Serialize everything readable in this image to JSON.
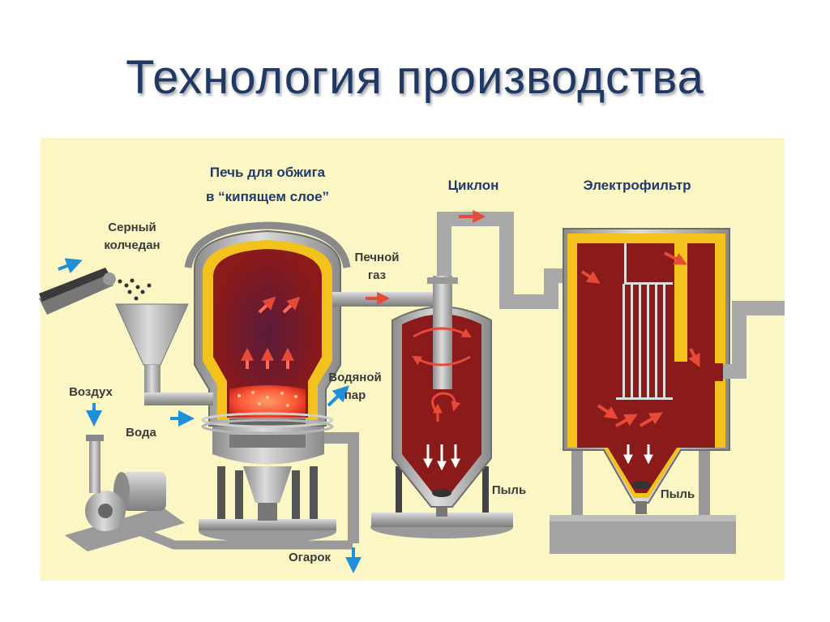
{
  "title": "Технология производства",
  "labels": {
    "furnace_line1": "Печь для обжига",
    "furnace_line2": "в “кипящем слое”",
    "cyclone": "Циклон",
    "electrofilter": "Электрофильтр",
    "pyrite_line1": "Серный",
    "pyrite_line2": "колчедан",
    "furnace_gas_line1": "Печной",
    "furnace_gas_line2": "газ",
    "air": "Воздух",
    "water": "Вода",
    "steam_line1": "Водяной",
    "steam_line2": "пар",
    "dust_cyclone": "Пыль",
    "dust_filter": "Пыль",
    "cinder": "Огарок"
  },
  "colors": {
    "background_panel": "#fbf6c4",
    "title": "#1f3864",
    "metal": "#a9a9a9",
    "furnace_inner": "#8b1a1a",
    "insulation": "#f4c21c",
    "hot_gas_arrow": "#e84a3a",
    "flow_arrow": "#1e8fd8"
  }
}
